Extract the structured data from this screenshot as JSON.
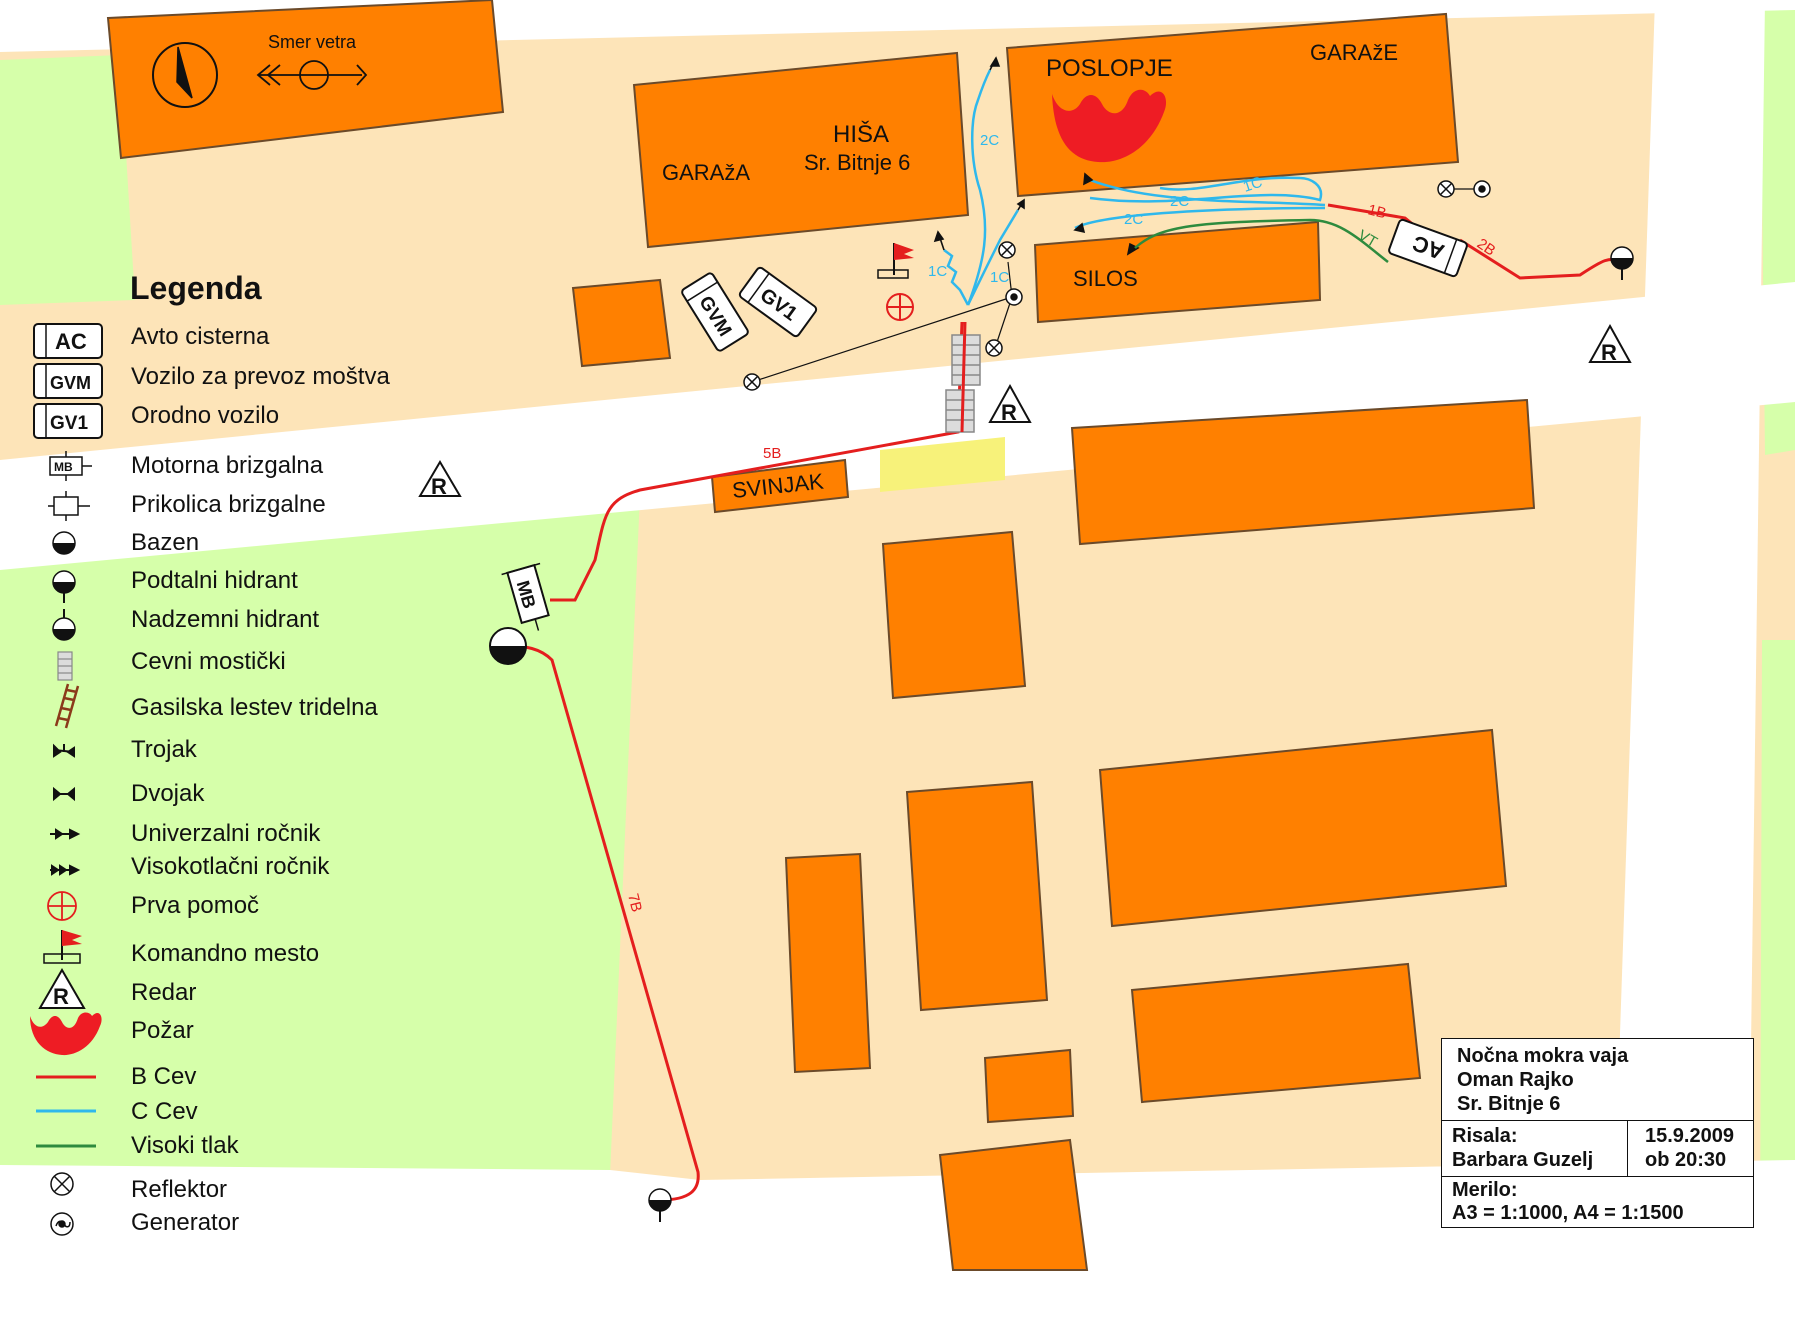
{
  "map": {
    "labels": {
      "wind": "Smer vetra",
      "house_title": "HIŠA",
      "house_address": "Sr. Bitnje 6",
      "garage_left": "GARAžA",
      "building": "POSLOPJE",
      "garages": "GARAžE",
      "silo": "SILOS",
      "pigsty": "SVINJAK"
    },
    "vehicles": {
      "ac": "AC",
      "gvm": "GVM",
      "gv1": "GV1",
      "mb": "MB"
    },
    "hose_labels": {
      "b1": "1B",
      "b2": "2B",
      "b5": "5B",
      "b7": "7B",
      "c1": "1C",
      "c2": "2C",
      "vt": "VT"
    },
    "redar_mark": "R",
    "colors": {
      "building": "#ff8000",
      "ground": "#fde4b8",
      "grass": "#d6ffaa",
      "road": "#ffffff",
      "yellow_patch": "#f7f27a",
      "b_hose": "#e41e1e",
      "c_hose": "#2fb8ec",
      "hp_hose": "#2e8b3e",
      "fire": "#ee1c24"
    }
  },
  "legend": {
    "title": "Legenda",
    "items": [
      {
        "icon": "ac-truck-icon",
        "label": "Avto cisterna"
      },
      {
        "icon": "gvm-vehicle-icon",
        "label": "Vozilo za prevoz moštva"
      },
      {
        "icon": "gv1-vehicle-icon",
        "label": "Orodno vozilo"
      },
      {
        "icon": "motor-pump-icon",
        "label": "Motorna brizgalna"
      },
      {
        "icon": "pump-trailer-icon",
        "label": "Prikolica brizgalne"
      },
      {
        "icon": "pool-icon",
        "label": "Bazen"
      },
      {
        "icon": "underground-hydrant-icon",
        "label": "Podtalni hidrant"
      },
      {
        "icon": "overground-hydrant-icon",
        "label": "Nadzemni hidrant"
      },
      {
        "icon": "hose-bridge-icon",
        "label": "Cevni mostički"
      },
      {
        "icon": "ladder-icon",
        "label": "Gasilska lestev tridelna"
      },
      {
        "icon": "three-way-icon",
        "label": "Trojak"
      },
      {
        "icon": "two-way-icon",
        "label": "Dvojak"
      },
      {
        "icon": "universal-nozzle-icon",
        "label": "Univerzalni ročnik"
      },
      {
        "icon": "hp-nozzle-icon",
        "label": "Visokotlačni ročnik"
      },
      {
        "icon": "first-aid-icon",
        "label": "Prva pomoč"
      },
      {
        "icon": "command-flag-icon",
        "label": "Komandno mesto"
      },
      {
        "icon": "redar-icon",
        "label": "Redar"
      },
      {
        "icon": "fire-icon",
        "label": "Požar"
      },
      {
        "icon": "b-hose-icon",
        "label": "B Cev"
      },
      {
        "icon": "c-hose-icon",
        "label": "C Cev"
      },
      {
        "icon": "hp-hose-icon",
        "label": "Visoki tlak"
      },
      {
        "icon": "reflector-icon",
        "label": "Reflektor"
      },
      {
        "icon": "generator-icon",
        "label": "Generator"
      }
    ],
    "redar_letter": "R"
  },
  "title_block": {
    "line1": "Nočna mokra vaja",
    "line2": "Oman Rajko",
    "line3": "Sr. Bitnje 6",
    "drawn_by_label": "Risala:",
    "drawn_by": "Barbara Guzelj",
    "date": "15.9.2009",
    "time": "ob 20:30",
    "scale_label": "Merilo:",
    "scale": "A3 = 1:1000, A4 = 1:1500"
  }
}
